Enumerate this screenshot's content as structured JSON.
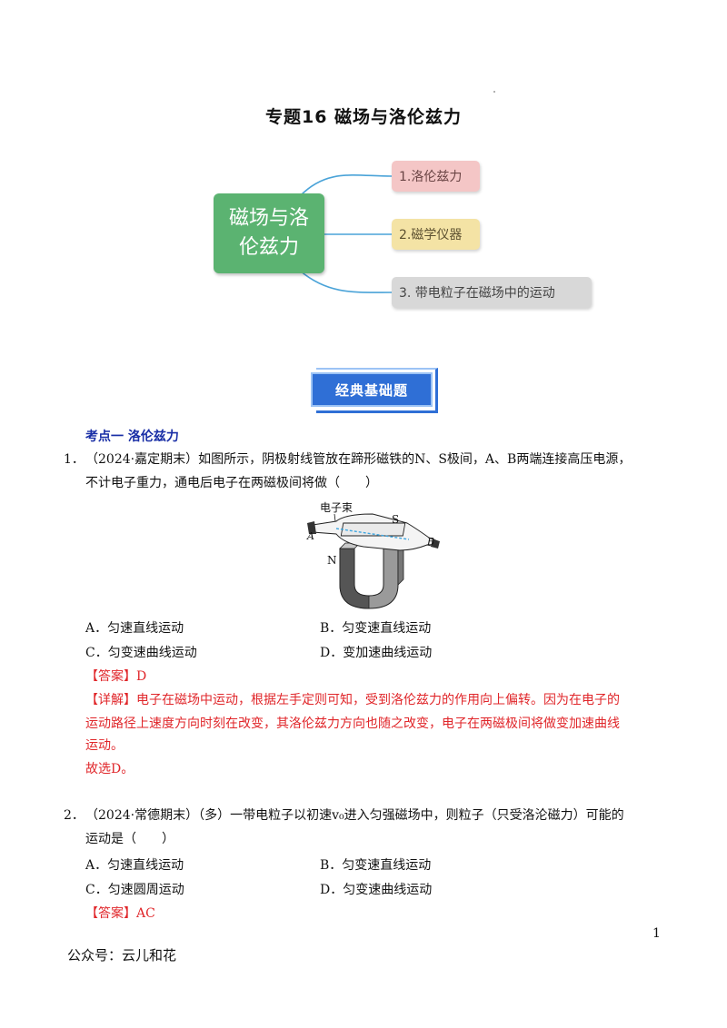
{
  "title": "专题16  磁场与洛伦兹力",
  "mindmap": {
    "center": "磁场与洛伦兹力",
    "center_line1": "磁场与洛",
    "center_line2": "伦兹力",
    "branches": [
      "1.洛伦兹力",
      "2.磁学仪器",
      "3. 带电粒子在磁场中的运动"
    ],
    "colors": {
      "center": "#5bb371",
      "branch1": "#f4c6c6",
      "branch2": "#f4e3a5",
      "branch3": "#d8d8d8",
      "connector": "#4aa3d8"
    }
  },
  "banner": "经典基础题",
  "section": "考点一  洛伦兹力",
  "q1": {
    "num": "1．",
    "stem_line1": "（2024·嘉定期末）如图所示，阴极射线管放在蹄形磁铁的N、S极间，A、B两端连接高压电源，",
    "stem_line2": "不计电子重力，通电后电子在两磁极间将做（　　）",
    "figure_labels": {
      "beam": "电子束",
      "s": "S",
      "n": "N",
      "a": "A",
      "b": "B"
    },
    "options": {
      "A": "A．匀速直线运动",
      "B": "B．匀变速直线运动",
      "C": "C．匀变速曲线运动",
      "D": "D．变加速曲线运动"
    },
    "answer": "【答案】D",
    "detail_label": "【详解】",
    "detail_line1": "电子在磁场中运动，根据左手定则可知，受到洛伦兹力的作用向上偏转。因为在电子的",
    "detail_line2": "运动路径上速度方向时刻在改变，其洛伦兹力方向也随之改变，电子在两磁极间将做变加速曲线",
    "detail_line3": "运动。",
    "conclusion": "故选D。"
  },
  "q2": {
    "num": "2．",
    "stem_line1": "（2024·常德期末）（多）一带电粒子以初速v₀进入匀强磁场中，则粒子（只受洛沦磁力）可能的",
    "stem_line2": "运动是（　　）",
    "options": {
      "A": "A．匀速直线运动",
      "B": "B．匀变速直线运动",
      "C": "C．匀速圆周运动",
      "D": "D．匀变速曲线运动"
    },
    "answer": "【答案】AC"
  },
  "page_number": "1",
  "footer": "公众号：云儿和花"
}
